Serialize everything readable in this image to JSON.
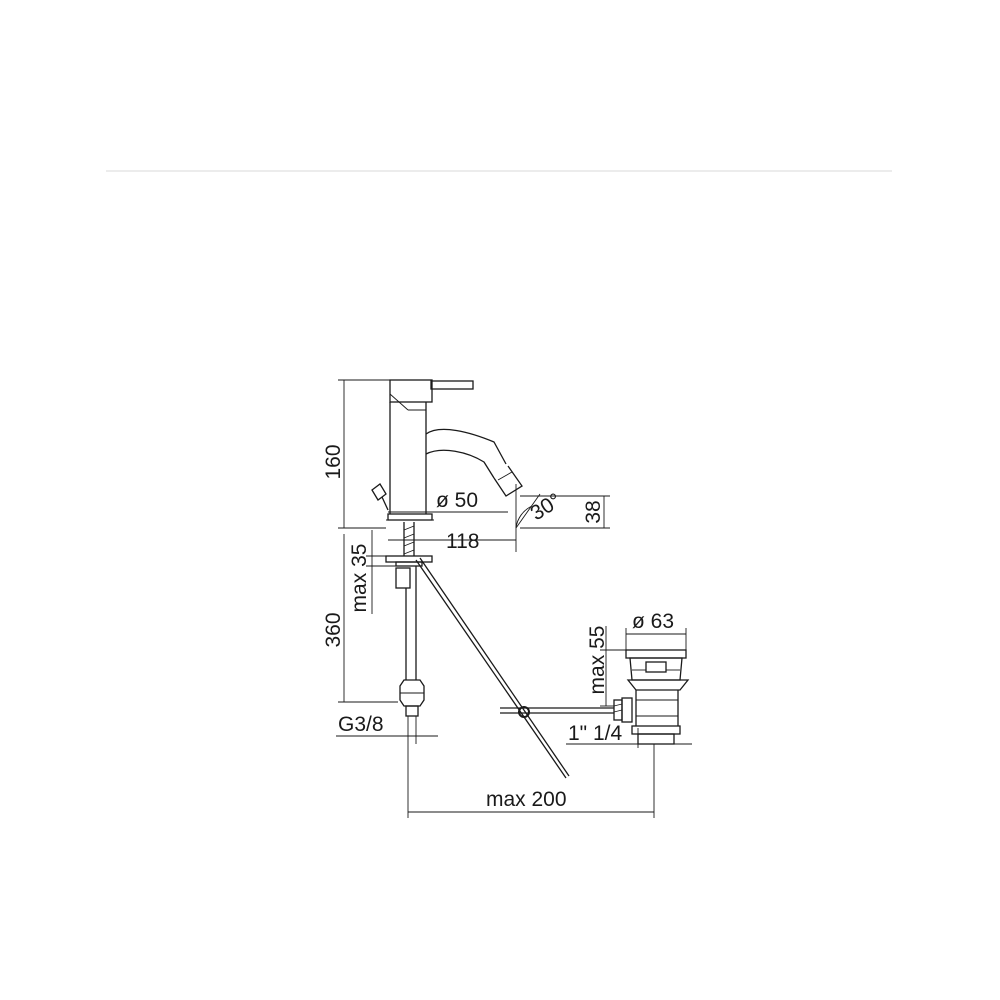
{
  "dimensions": {
    "height_top": "160",
    "base_diameter": "ø 50",
    "spout_reach": "118",
    "spout_angle": "30°",
    "spout_height": "38",
    "deck_max": "max 35",
    "hose_length": "360",
    "hose_thread": "G3/8",
    "waste_diameter": "ø 63",
    "waste_max": "max 55",
    "waste_thread": "1\" 1/4",
    "max_reach": "max 200"
  }
}
